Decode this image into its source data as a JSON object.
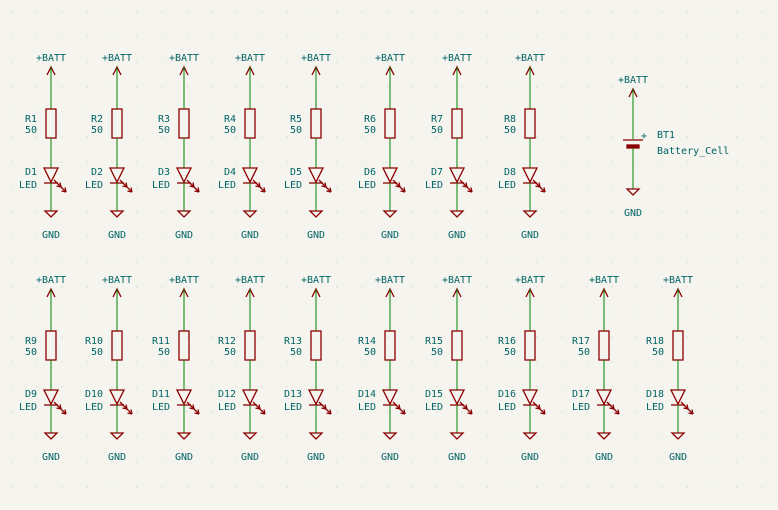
{
  "power_label": "+BATT",
  "ground_label": "GND",
  "battery": {
    "ref": "BT1",
    "value": "Battery_Cell",
    "plus": "+",
    "power_label": "+BATT",
    "ground_label": "GND"
  },
  "rows": [
    [
      {
        "r": "R1",
        "rv": "50",
        "d": "D1",
        "dv": "LED"
      },
      {
        "r": "R2",
        "rv": "50",
        "d": "D2",
        "dv": "LED"
      },
      {
        "r": "R3",
        "rv": "50",
        "d": "D3",
        "dv": "LED"
      },
      {
        "r": "R4",
        "rv": "50",
        "d": "D4",
        "dv": "LED"
      },
      {
        "r": "R5",
        "rv": "50",
        "d": "D5",
        "dv": "LED"
      },
      {
        "r": "R6",
        "rv": "50",
        "d": "D6",
        "dv": "LED"
      },
      {
        "r": "R7",
        "rv": "50",
        "d": "D7",
        "dv": "LED"
      },
      {
        "r": "R8",
        "rv": "50",
        "d": "D8",
        "dv": "LED"
      }
    ],
    [
      {
        "r": "R9",
        "rv": "50",
        "d": "D9",
        "dv": "LED"
      },
      {
        "r": "R10",
        "rv": "50",
        "d": "D10",
        "dv": "LED"
      },
      {
        "r": "R11",
        "rv": "50",
        "d": "D11",
        "dv": "LED"
      },
      {
        "r": "R12",
        "rv": "50",
        "d": "D12",
        "dv": "LED"
      },
      {
        "r": "R13",
        "rv": "50",
        "d": "D13",
        "dv": "LED"
      },
      {
        "r": "R14",
        "rv": "50",
        "d": "D14",
        "dv": "LED"
      },
      {
        "r": "R15",
        "rv": "50",
        "d": "D15",
        "dv": "LED"
      },
      {
        "r": "R16",
        "rv": "50",
        "d": "D16",
        "dv": "LED"
      },
      {
        "r": "R17",
        "rv": "50",
        "d": "D17",
        "dv": "LED"
      },
      {
        "r": "R18",
        "rv": "50",
        "d": "D18",
        "dv": "LED"
      }
    ]
  ],
  "colors": {
    "background": "#f5f4ef",
    "grid_dot": "#cfcfc8",
    "wire": "#008400",
    "symbol": "#8b0000",
    "text": "#006464"
  }
}
